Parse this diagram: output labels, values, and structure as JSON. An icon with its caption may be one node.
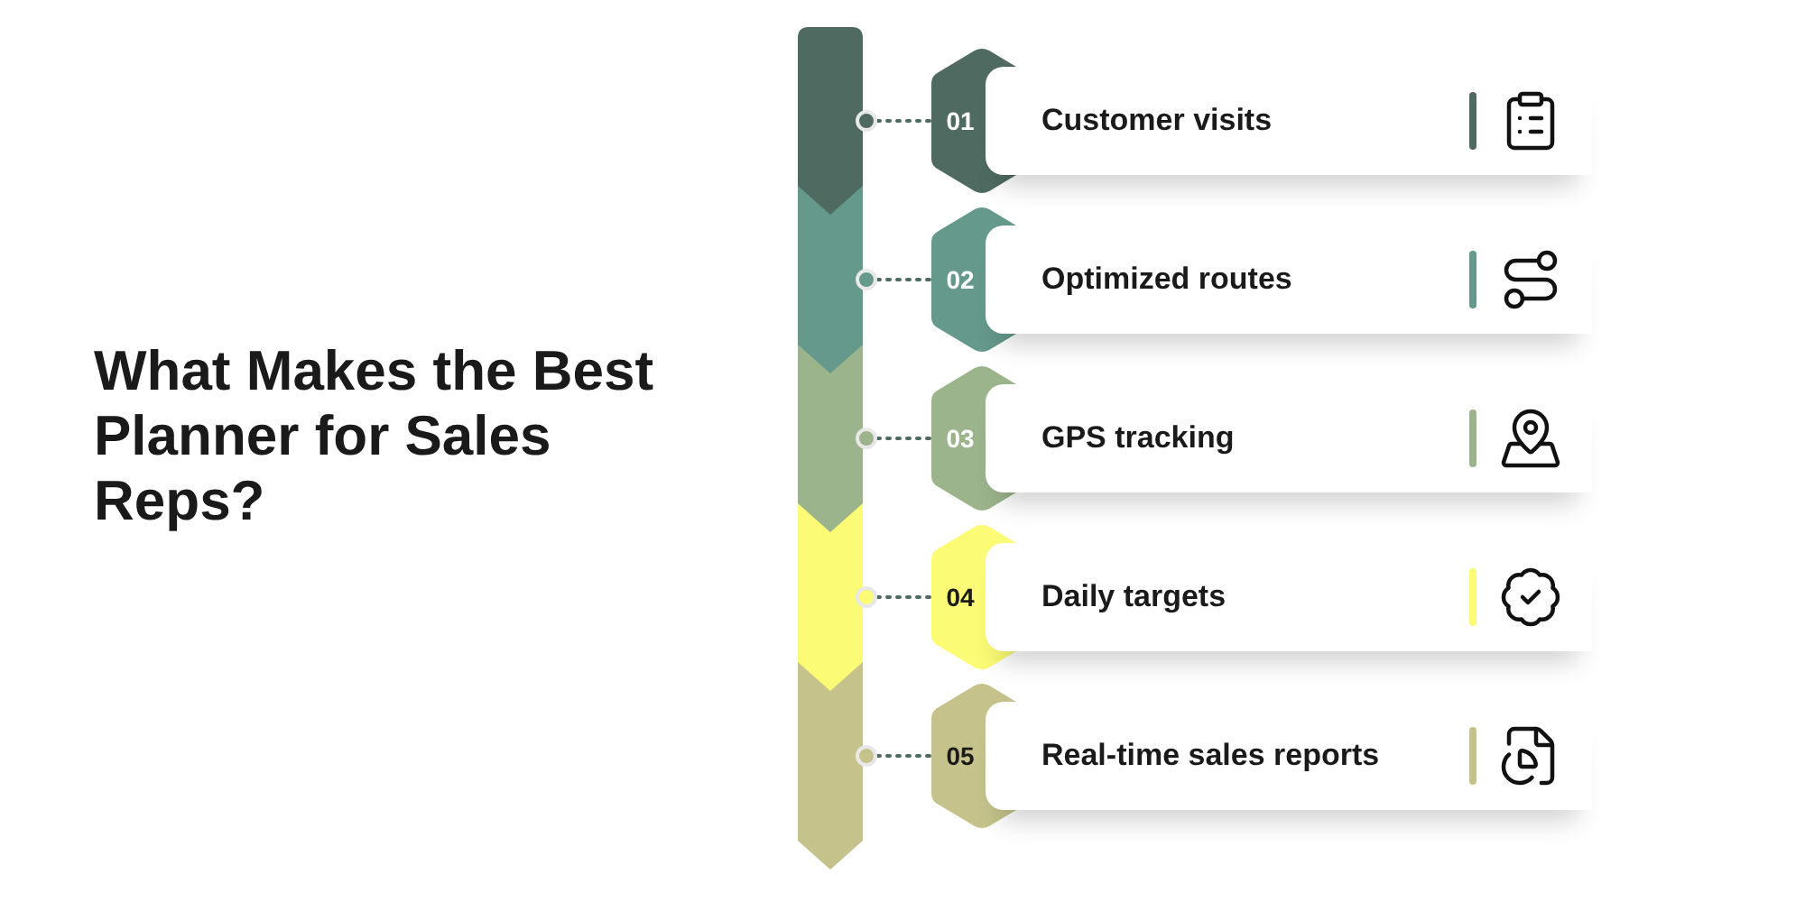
{
  "diagram": {
    "title": "What Makes the Best Planner for Sales Reps?",
    "nodes": [
      {
        "text": [],
        "shape": "circle"
      },
      {
        "text": [
          "01"
        ]
      },
      {
        "text": [
          "Customer visits"
        ]
      },
      {
        "text": [],
        "shape": "circle"
      },
      {
        "text": [
          "02"
        ]
      },
      {
        "text": [
          "Optimized routes"
        ]
      },
      {
        "text": [],
        "shape": "circle"
      },
      {
        "text": [
          "03"
        ]
      },
      {
        "text": [
          "GPS tracking"
        ]
      },
      {
        "text": [],
        "shape": "circle"
      },
      {
        "text": [
          "04"
        ]
      },
      {
        "text": [
          "Daily targets"
        ]
      },
      {
        "text": [],
        "shape": "circle"
      },
      {
        "text": [
          "05"
        ]
      },
      {
        "text": [
          "Real-time sales reports"
        ]
      }
    ],
    "edges": [
      {
        "from": 0,
        "to": 1,
        "arrow": "none",
        "style": "dashed"
      },
      {
        "from": 3,
        "to": 4,
        "arrow": "none",
        "style": "dashed"
      },
      {
        "from": 6,
        "to": 7,
        "arrow": "none",
        "style": "dashed"
      },
      {
        "from": 9,
        "to": 10,
        "arrow": "none",
        "style": "dashed"
      },
      {
        "from": 12,
        "to": 13,
        "arrow": "none",
        "style": "dashed"
      }
    ]
  }
}
